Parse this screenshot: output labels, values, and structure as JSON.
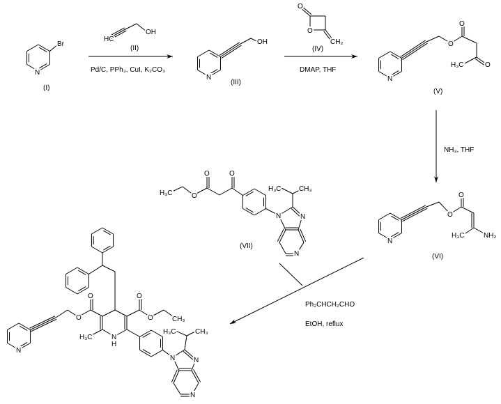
{
  "compounds": {
    "c1": {
      "label": "(I)",
      "atoms": {
        "br": "Br",
        "n": "N"
      }
    },
    "c2": {
      "label": "(II)",
      "atoms": {
        "hc": "HC",
        "oh": "OH"
      }
    },
    "c3": {
      "label": "(III)",
      "atoms": {
        "oh": "OH",
        "n": "N"
      }
    },
    "c4": {
      "label": "(IV)",
      "atoms": {
        "o_carbonyl": "O",
        "o_ring": "O",
        "ch2": "CH₂"
      }
    },
    "c5": {
      "label": "(V)",
      "atoms": {
        "n": "N",
        "o_ester": "O",
        "o_carbonyl": "O",
        "o_ketone": "O",
        "h3c": "H₃C"
      }
    },
    "c6": {
      "label": "(VI)",
      "atoms": {
        "n": "N",
        "o_ester": "O",
        "o_carbonyl": "O",
        "h3c": "H₃C",
        "nh2": "NH₂"
      }
    },
    "c7": {
      "label": "(VII)",
      "atoms": {
        "h3c_ethyl": "H₃C",
        "o_ester": "O",
        "o_carbonyl1": "O",
        "o_carbonyl2": "O",
        "h3c_ipr": "H₃C",
        "ch3_ipr": "CH₃",
        "n1": "N",
        "n3": "N",
        "n5": "N"
      }
    },
    "product": {
      "atoms": {
        "n_py": "N",
        "o_ester1": "O",
        "o_carbonyl1": "O",
        "o_carbonyl2": "O",
        "o_ester2": "O",
        "ch3_ethyl": "CH₃",
        "h3c_methyl": "H₃C",
        "nh_n": "N",
        "nh_h": "H",
        "h3c_ipr": "H₃C",
        "ch3_ipr": "CH₃",
        "n1": "N",
        "n3": "N",
        "n5": "N"
      }
    }
  },
  "reactions": {
    "step1": {
      "conditions": "Pd/C, PPh₃, CuI, K₂CO₃"
    },
    "step2": {
      "conditions": "DMAP, THF"
    },
    "step3": {
      "conditions": "NH₃, THF"
    },
    "step4": {
      "reagent": "Ph₂CHCH₂CHO",
      "conditions": "EtOH, reflux"
    }
  }
}
